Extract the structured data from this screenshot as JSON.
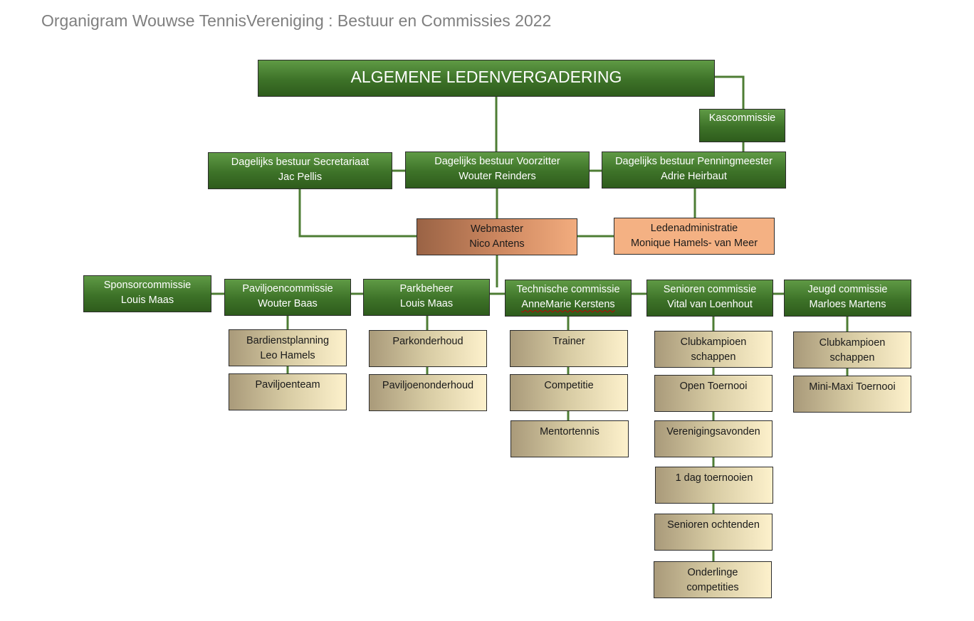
{
  "title": "Organigram Wouwse TennisVereniging : Bestuur en Commissies 2022",
  "colors": {
    "connector": "#4e7d34",
    "green_top": "#5f9a45",
    "green_bottom": "#2e5c1c",
    "salmon": "#f4b183",
    "tan_light": "#fdf1cc",
    "tan_dark": "#a99a7a"
  },
  "alv": {
    "label": "ALGEMENE LEDENVERGADERING"
  },
  "kascommissie": {
    "label": "Kascommissie"
  },
  "bestuur": {
    "secretariaat": {
      "role": "Dagelijks bestuur Secretariaat",
      "name": "Jac Pellis"
    },
    "voorzitter": {
      "role": "Dagelijks bestuur Voorzitter",
      "name": "Wouter Reinders"
    },
    "penningmeester": {
      "role": "Dagelijks bestuur Penningmeester",
      "name": "Adrie Heirbaut"
    }
  },
  "webmaster": {
    "role": "Webmaster",
    "name": "Nico Antens"
  },
  "ledenadministratie": {
    "role": "Ledenadministratie",
    "name": "Monique Hamels- van Meer"
  },
  "commissies": {
    "sponsor": {
      "role": "Sponsorcommissie",
      "name": "Louis Maas"
    },
    "paviljoen": {
      "role": "Paviljoencommissie",
      "name": "Wouter Baas",
      "children": [
        {
          "line1": "Bardienstplanning",
          "line2": "Leo Hamels"
        },
        {
          "line1": "Paviljoenteam"
        }
      ]
    },
    "parkbeheer": {
      "role": "Parkbeheer",
      "name": "Louis Maas",
      "children": [
        {
          "line1": "Parkonderhoud"
        },
        {
          "line1": "Paviljoenonderhoud"
        }
      ]
    },
    "technisch": {
      "role": "Technische commissie",
      "name": "AnneMarie Kerstens",
      "children": [
        {
          "line1": "Trainer"
        },
        {
          "line1": "Competitie"
        },
        {
          "line1": "Mentortennis"
        }
      ]
    },
    "senioren": {
      "role": "Senioren commissie",
      "name": "Vital van Loenhout",
      "children": [
        {
          "line1": "Clubkampioen",
          "line2": "schappen"
        },
        {
          "line1": "Open Toernooi"
        },
        {
          "line1": "Verenigingsavonden"
        },
        {
          "line1": "1 dag toernooien"
        },
        {
          "line1": "Senioren ochtenden"
        },
        {
          "line1": "Onderlinge",
          "line2": "competities"
        }
      ]
    },
    "jeugd": {
      "role": "Jeugd commissie",
      "name": "Marloes Martens",
      "children": [
        {
          "line1": "Clubkampioen",
          "line2": "schappen"
        },
        {
          "line1": "Mini-Maxi Toernooi"
        }
      ]
    }
  }
}
